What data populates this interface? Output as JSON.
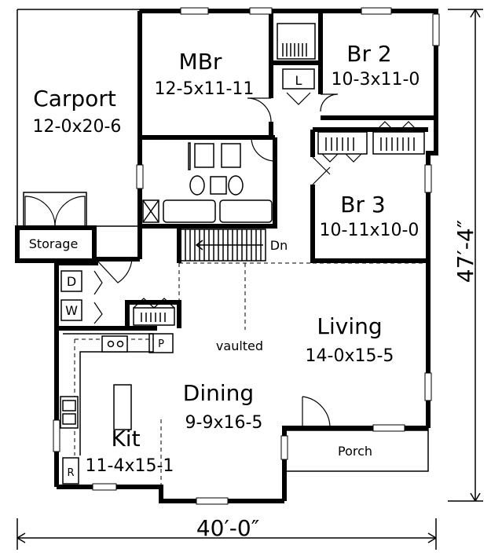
{
  "rooms": {
    "carport": {
      "name": "Carport",
      "size": "12-0x20-6"
    },
    "master_bedroom": {
      "name": "MBr",
      "size": "12-5x11-11"
    },
    "bedroom_2": {
      "name": "Br 2",
      "size": "10-3x11-0"
    },
    "bedroom_3": {
      "name": "Br 3",
      "size": "10-11x10-0"
    },
    "living": {
      "name": "Living",
      "size": "14-0x15-5"
    },
    "dining": {
      "name": "Dining",
      "size": "9-9x16-5"
    },
    "kitchen": {
      "name": "Kit",
      "size": "11-4x15-1"
    },
    "storage": {
      "name": "Storage"
    },
    "porch": {
      "name": "Porch"
    }
  },
  "labels": {
    "linen": "L",
    "dryer": "D",
    "washer": "W",
    "pantry": "P",
    "refrigerator": "R",
    "stairs_down": "Dn",
    "vaulted": "vaulted"
  },
  "dimensions": {
    "width": "40′-0″",
    "depth": "47′-4″"
  }
}
